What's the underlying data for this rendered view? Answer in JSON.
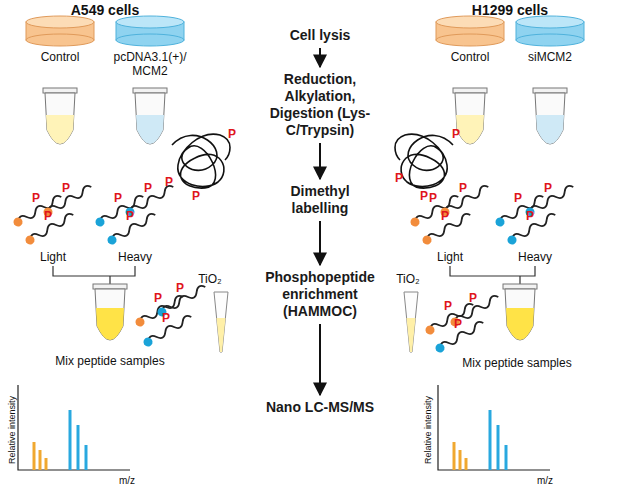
{
  "diagram": {
    "nodes": [
      {
        "text": [
          "Cell lysis"
        ]
      },
      {
        "text": [
          "Reduction, Alkylation, Digestion (Lys-C/Trypsin)"
        ]
      },
      {
        "text": [
          "Dimethyl labelling"
        ]
      },
      {
        "text": [
          "Phosphopeptide enrichment (HAMMOC)"
        ]
      },
      {
        "text": [
          "Nano LC-MS/MS"
        ]
      }
    ],
    "edges": [
      {
        "from": 0,
        "to": 1,
        "arrow": "to"
      },
      {
        "from": 1,
        "to": 2,
        "arrow": "to"
      },
      {
        "from": 2,
        "to": 3,
        "arrow": "to"
      },
      {
        "from": 3,
        "to": 4,
        "arrow": "to"
      }
    ],
    "labels": [
      "A549 cells",
      "H1299 cells",
      "Control",
      "pcDNA3.1(+)/ MCM2",
      "Control",
      "siMCM2",
      "Light",
      "Heavy",
      "Light",
      "Heavy",
      "Mix peptide samples",
      "Mix peptide samples",
      "TiO₂",
      "TiO₂",
      "Relative intensity",
      "m/z",
      "Relative intensity",
      "m/z",
      "P",
      "P",
      "P",
      "P",
      "P",
      "P",
      "P",
      "P",
      "P",
      "P",
      "P",
      "P",
      "P",
      "P",
      "P",
      "P",
      "P",
      "P",
      "P",
      "P",
      "P",
      "P",
      "P",
      "P"
    ]
  }
}
